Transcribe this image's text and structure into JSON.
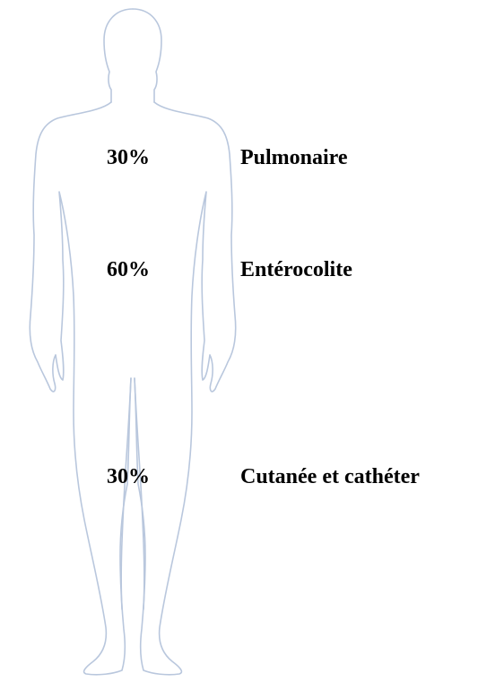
{
  "figure": {
    "silhouette_icon": "human-body-outline",
    "outline_color": "#b9c7dd"
  },
  "infection_sites": [
    {
      "percentage": "30%",
      "label": "Pulmonaire"
    },
    {
      "percentage": "60%",
      "label": "Entérocolite"
    },
    {
      "percentage": "30%",
      "label": "Cutanée et cathéter"
    }
  ]
}
